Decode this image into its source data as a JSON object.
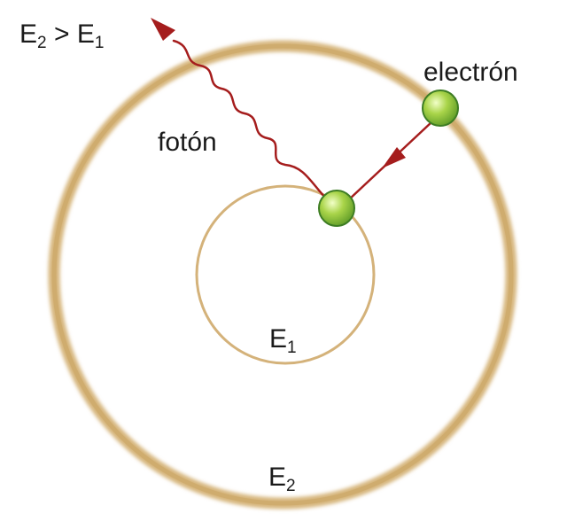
{
  "labels": {
    "inequality": {
      "E2": "E",
      "E2_sub": "2",
      "op": ">",
      "E1": "E",
      "E1_sub": "1"
    },
    "photon": "fotón",
    "electron": "electrón",
    "inner_level": {
      "base": "E",
      "sub": "1"
    },
    "outer_level": {
      "base": "E",
      "sub": "2"
    }
  },
  "colors": {
    "orbit": "#d4b27a",
    "orbit_outer": "#cfa968",
    "photon_arrow": "#a51d1d",
    "electron_fill": "#9bcb3c",
    "electron_stroke": "#3e7d24",
    "text": "#1a1a1a"
  }
}
